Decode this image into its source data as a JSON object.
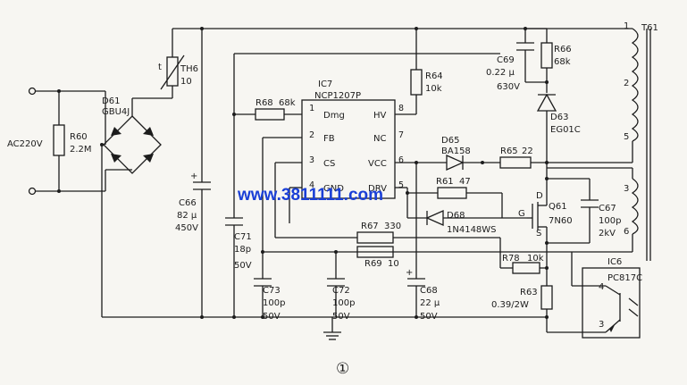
{
  "input": {
    "label": "AC220V"
  },
  "r60": {
    "ref": "R60",
    "value": "2.2M"
  },
  "d61": {
    "ref": "D61",
    "part": "GBU4J"
  },
  "th6": {
    "ref": "TH6",
    "value": "10",
    "symbol": "t"
  },
  "c66": {
    "ref": "C66",
    "value": "82 µ",
    "voltage": "450V"
  },
  "c71": {
    "ref": "C71",
    "value": "18p",
    "voltage": "50V"
  },
  "r68": {
    "ref": "R68",
    "value": "68k"
  },
  "ic7": {
    "ref": "IC7",
    "part": "NCP1207P",
    "pins": [
      {
        "num": "1",
        "name": "Dmg"
      },
      {
        "num": "2",
        "name": "FB"
      },
      {
        "num": "3",
        "name": "CS"
      },
      {
        "num": "4",
        "name": "GND"
      },
      {
        "num": "8",
        "name": "HV"
      },
      {
        "num": "7",
        "name": "NC"
      },
      {
        "num": "6",
        "name": "VCC"
      },
      {
        "num": "5",
        "name": "DRV"
      }
    ]
  },
  "r64": {
    "ref": "R64",
    "value": "10k"
  },
  "c69": {
    "ref": "C69",
    "value": "0.22 µ",
    "voltage": "630V"
  },
  "r66": {
    "ref": "R66",
    "value": "68k"
  },
  "d63": {
    "ref": "D63",
    "part": "EG01C"
  },
  "t61": {
    "ref": "T61",
    "pins": [
      "1",
      "2",
      "5",
      "3",
      "6"
    ]
  },
  "d65": {
    "ref": "D65",
    "part": "BA158"
  },
  "r65": {
    "ref": "R65",
    "value": "22"
  },
  "r61": {
    "ref": "R61",
    "value": "47"
  },
  "d68": {
    "ref": "D68",
    "part": "1N4148WS"
  },
  "q61": {
    "ref": "Q61",
    "part": "7N60",
    "pins": {
      "d": "D",
      "g": "G",
      "s": "S"
    }
  },
  "c67": {
    "ref": "C67",
    "value": "100p",
    "voltage": "2kV"
  },
  "r67": {
    "ref": "R67",
    "value": "330"
  },
  "r69": {
    "ref": "R69",
    "value": "10"
  },
  "c73": {
    "ref": "C73",
    "value": "100p",
    "voltage": "50V"
  },
  "c72": {
    "ref": "C72",
    "value": "100p",
    "voltage": "50V"
  },
  "c68": {
    "ref": "C68",
    "value": "22 µ",
    "voltage": "50V"
  },
  "r78": {
    "ref": "R78",
    "value": "10k"
  },
  "r63": {
    "ref": "R63",
    "value": "0.39/2W"
  },
  "ic6": {
    "ref": "IC6",
    "part": "PC817C",
    "pins": [
      "4",
      "3"
    ]
  },
  "watermark": "www.3811111.com",
  "figure_number": "①"
}
